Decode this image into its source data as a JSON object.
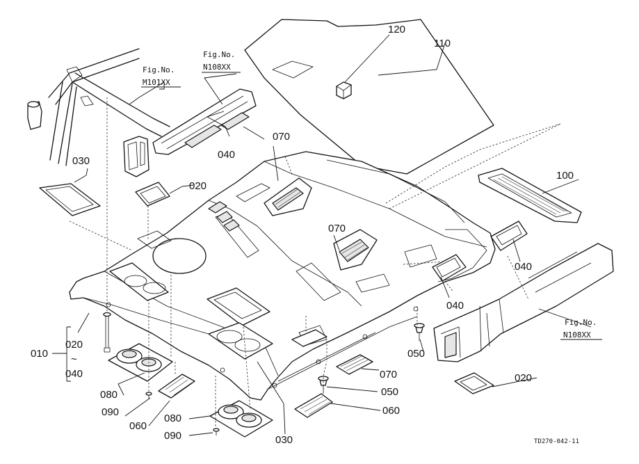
{
  "figure_refs": [
    {
      "id": "m101",
      "line1": "Fig.No.",
      "line2": "M101XX"
    },
    {
      "id": "n108a",
      "line1": "Fig.No.",
      "line2": "N108XX"
    },
    {
      "id": "n108b",
      "line1": "Fig.No.",
      "line2": "N108XX"
    }
  ],
  "labels": {
    "p010": "010",
    "p020_range_start": "020",
    "p020_range_tilde": "~",
    "p020_range_end": "040",
    "p020_left": "020",
    "p020_right": "020",
    "p030_left": "030",
    "p030_bottom": "030",
    "p040_top": "040",
    "p040_right": "040",
    "p040_mid": "040",
    "p050_a": "050",
    "p050_b": "050",
    "p060_left": "060",
    "p060_right": "060",
    "p070_top": "070",
    "p070_mid": "070",
    "p070_low": "070",
    "p080_a": "080",
    "p080_b": "080",
    "p090_a": "090",
    "p090_b": "090",
    "p100": "100",
    "p110": "110",
    "p120": "120"
  },
  "drawing_code": "TD270-042-11"
}
